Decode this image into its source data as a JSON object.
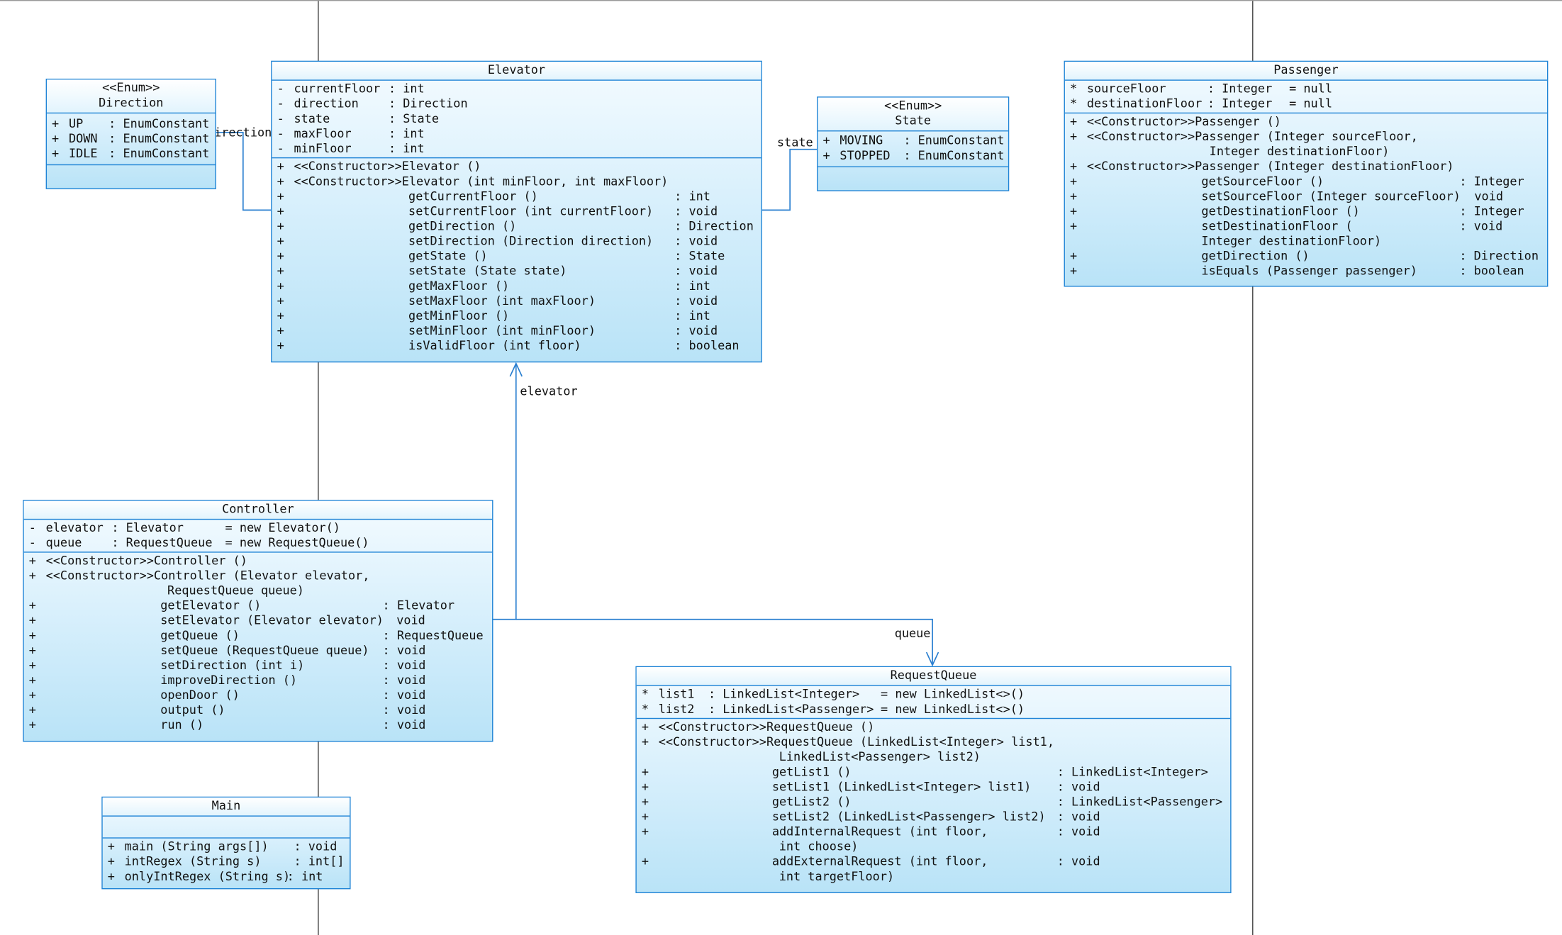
{
  "elevator": {
    "name": "Elevator",
    "attributes": [
      {
        "vis": "-",
        "name": "currentFloor",
        "type": ": int"
      },
      {
        "vis": "-",
        "name": "direction",
        "type": ": Direction"
      },
      {
        "vis": "-",
        "name": "state",
        "type": ": State"
      },
      {
        "vis": "-",
        "name": "maxFloor",
        "type": ": int"
      },
      {
        "vis": "-",
        "name": "minFloor",
        "type": ": int"
      }
    ],
    "operations": [
      {
        "vis": "+",
        "sig": "<<Constructor>>Elevator ()",
        "ret": ""
      },
      {
        "vis": "+",
        "sig": "<<Constructor>>Elevator (int minFloor, int maxFloor)",
        "ret": ""
      },
      {
        "vis": "+",
        "sig": "getCurrentFloor ()",
        "ret": ": int"
      },
      {
        "vis": "+",
        "sig": "setCurrentFloor (int currentFloor)",
        "ret": ": void"
      },
      {
        "vis": "+",
        "sig": "getDirection ()",
        "ret": ": Direction"
      },
      {
        "vis": "+",
        "sig": "setDirection (Direction direction)",
        "ret": ": void"
      },
      {
        "vis": "+",
        "sig": "getState ()",
        "ret": ": State"
      },
      {
        "vis": "+",
        "sig": "setState (State state)",
        "ret": ": void"
      },
      {
        "vis": "+",
        "sig": "getMaxFloor ()",
        "ret": ": int"
      },
      {
        "vis": "+",
        "sig": "setMaxFloor (int maxFloor)",
        "ret": ": void"
      },
      {
        "vis": "+",
        "sig": "getMinFloor ()",
        "ret": ": int"
      },
      {
        "vis": "+",
        "sig": "setMinFloor (int minFloor)",
        "ret": ": void"
      },
      {
        "vis": "+",
        "sig": "isValidFloor (int floor)",
        "ret": ": boolean"
      }
    ]
  },
  "direction": {
    "stereotype": "<<Enum>>",
    "name": "Direction",
    "literals": [
      {
        "vis": "+",
        "name": "UP",
        "type": ": EnumConstant"
      },
      {
        "vis": "+",
        "name": "DOWN",
        "type": ": EnumConstant"
      },
      {
        "vis": "+",
        "name": "IDLE",
        "type": ": EnumConstant"
      }
    ]
  },
  "state": {
    "stereotype": "<<Enum>>",
    "name": "State",
    "literals": [
      {
        "vis": "+",
        "name": "MOVING",
        "type": ": EnumConstant"
      },
      {
        "vis": "+",
        "name": "STOPPED",
        "type": ": EnumConstant"
      }
    ]
  },
  "passenger": {
    "name": "Passenger",
    "attributes": [
      {
        "vis": "*",
        "name": "sourceFloor",
        "type": ": Integer",
        "init": "= null"
      },
      {
        "vis": "*",
        "name": "destinationFloor",
        "type": ": Integer",
        "init": "= null"
      }
    ],
    "operations": [
      {
        "vis": "+",
        "sig": "<<Constructor>>Passenger ()",
        "ret": ""
      },
      {
        "vis": "+",
        "sig": "<<Constructor>>Passenger (Integer sourceFloor,",
        "sig2": "Integer destinationFloor)",
        "ret": ""
      },
      {
        "vis": "+",
        "sig": "<<Constructor>>Passenger (Integer destinationFloor)",
        "ret": ""
      },
      {
        "vis": "+",
        "sig": "getSourceFloor ()",
        "ret": ": Integer"
      },
      {
        "vis": "+",
        "sig": "setSourceFloor (Integer sourceFloor)",
        "ret": "void"
      },
      {
        "vis": "+",
        "sig": "getDestinationFloor ()",
        "ret": ": Integer"
      },
      {
        "vis": "+",
        "sig": "setDestinationFloor (",
        "sig2": "Integer destinationFloor)",
        "ret": ": void"
      },
      {
        "vis": "+",
        "sig": "getDirection ()",
        "ret": ": Direction"
      },
      {
        "vis": "+",
        "sig": "isEquals (Passenger passenger)",
        "ret": ": boolean"
      }
    ]
  },
  "controller": {
    "name": "Controller",
    "attributes": [
      {
        "vis": "-",
        "name": "elevator",
        "type": ": Elevator",
        "init": "= new Elevator()"
      },
      {
        "vis": "-",
        "name": "queue",
        "type": ": RequestQueue",
        "init": "= new RequestQueue()"
      }
    ],
    "operations": [
      {
        "vis": "+",
        "sig": "<<Constructor>>Controller ()",
        "ret": ""
      },
      {
        "vis": "+",
        "sig": "<<Constructor>>Controller (Elevator elevator,",
        "sig2": "RequestQueue queue)",
        "ret": ""
      },
      {
        "vis": "+",
        "sig": "getElevator ()",
        "ret": ": Elevator"
      },
      {
        "vis": "+",
        "sig": "setElevator (Elevator elevator)",
        "ret": "void"
      },
      {
        "vis": "+",
        "sig": "getQueue ()",
        "ret": ": RequestQueue"
      },
      {
        "vis": "+",
        "sig": "setQueue (RequestQueue queue)",
        "ret": ": void"
      },
      {
        "vis": "+",
        "sig": "setDirection (int i)",
        "ret": ": void"
      },
      {
        "vis": "+",
        "sig": "improveDirection ()",
        "ret": ": void"
      },
      {
        "vis": "+",
        "sig": "openDoor ()",
        "ret": ": void"
      },
      {
        "vis": "+",
        "sig": "output ()",
        "ret": ": void"
      },
      {
        "vis": "+",
        "sig": "run ()",
        "ret": ": void"
      }
    ]
  },
  "main": {
    "name": "Main",
    "operations": [
      {
        "vis": "+",
        "sig": "main (String args[])",
        "ret": ": void"
      },
      {
        "vis": "+",
        "sig": "intRegex (String s)",
        "ret": ": int[]"
      },
      {
        "vis": "+",
        "sig": "onlyIntRegex (String s)",
        "ret": ": int"
      }
    ]
  },
  "requestqueue": {
    "name": "RequestQueue",
    "attributes": [
      {
        "vis": "*",
        "name": "list1",
        "type": ": LinkedList<Integer>",
        "init": "= new LinkedList<>()"
      },
      {
        "vis": "*",
        "name": "list2",
        "type": ": LinkedList<Passenger>",
        "init": "= new LinkedList<>()"
      }
    ],
    "operations": [
      {
        "vis": "+",
        "sig": "<<Constructor>>RequestQueue ()",
        "ret": ""
      },
      {
        "vis": "+",
        "sig": "<<Constructor>>RequestQueue (LinkedList<Integer> list1,",
        "sig2": "LinkedList<Passenger> list2)",
        "ret": ""
      },
      {
        "vis": "+",
        "sig": "getList1 ()",
        "ret": ": LinkedList<Integer>"
      },
      {
        "vis": "+",
        "sig": "setList1 (LinkedList<Integer> list1)",
        "ret": ": void"
      },
      {
        "vis": "+",
        "sig": "getList2 ()",
        "ret": ": LinkedList<Passenger>"
      },
      {
        "vis": "+",
        "sig": "setList2 (LinkedList<Passenger> list2)",
        "ret": ": void"
      },
      {
        "vis": "+",
        "sig": "addInternalRequest (int floor,",
        "sig2": "int choose)",
        "ret": ": void"
      },
      {
        "vis": "+",
        "sig": "addExternalRequest (int floor,",
        "sig2": "int targetFloor)",
        "ret": ": void"
      }
    ]
  },
  "associations": {
    "direction_label": "irection",
    "state_label": "state",
    "elevator_label": "elevator",
    "queue_label": "queue"
  },
  "colors": {
    "border": "#1f84d6",
    "fill_top": "#f4fbff",
    "fill_bottom": "#b9e3f7",
    "line": "#2a7fd0",
    "lifeline": "#444444"
  }
}
